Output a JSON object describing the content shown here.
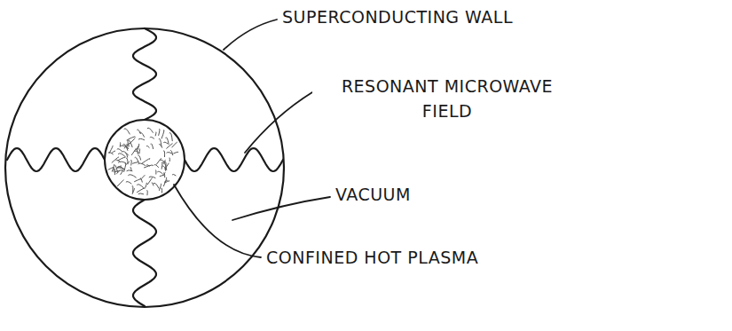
{
  "diagram": {
    "labels": [
      "SUPERCONDUCTING WALL",
      "RESONANT MICROWAVE FIELD",
      "VACUUM",
      "CONFINED HOT PLASMA"
    ]
  }
}
